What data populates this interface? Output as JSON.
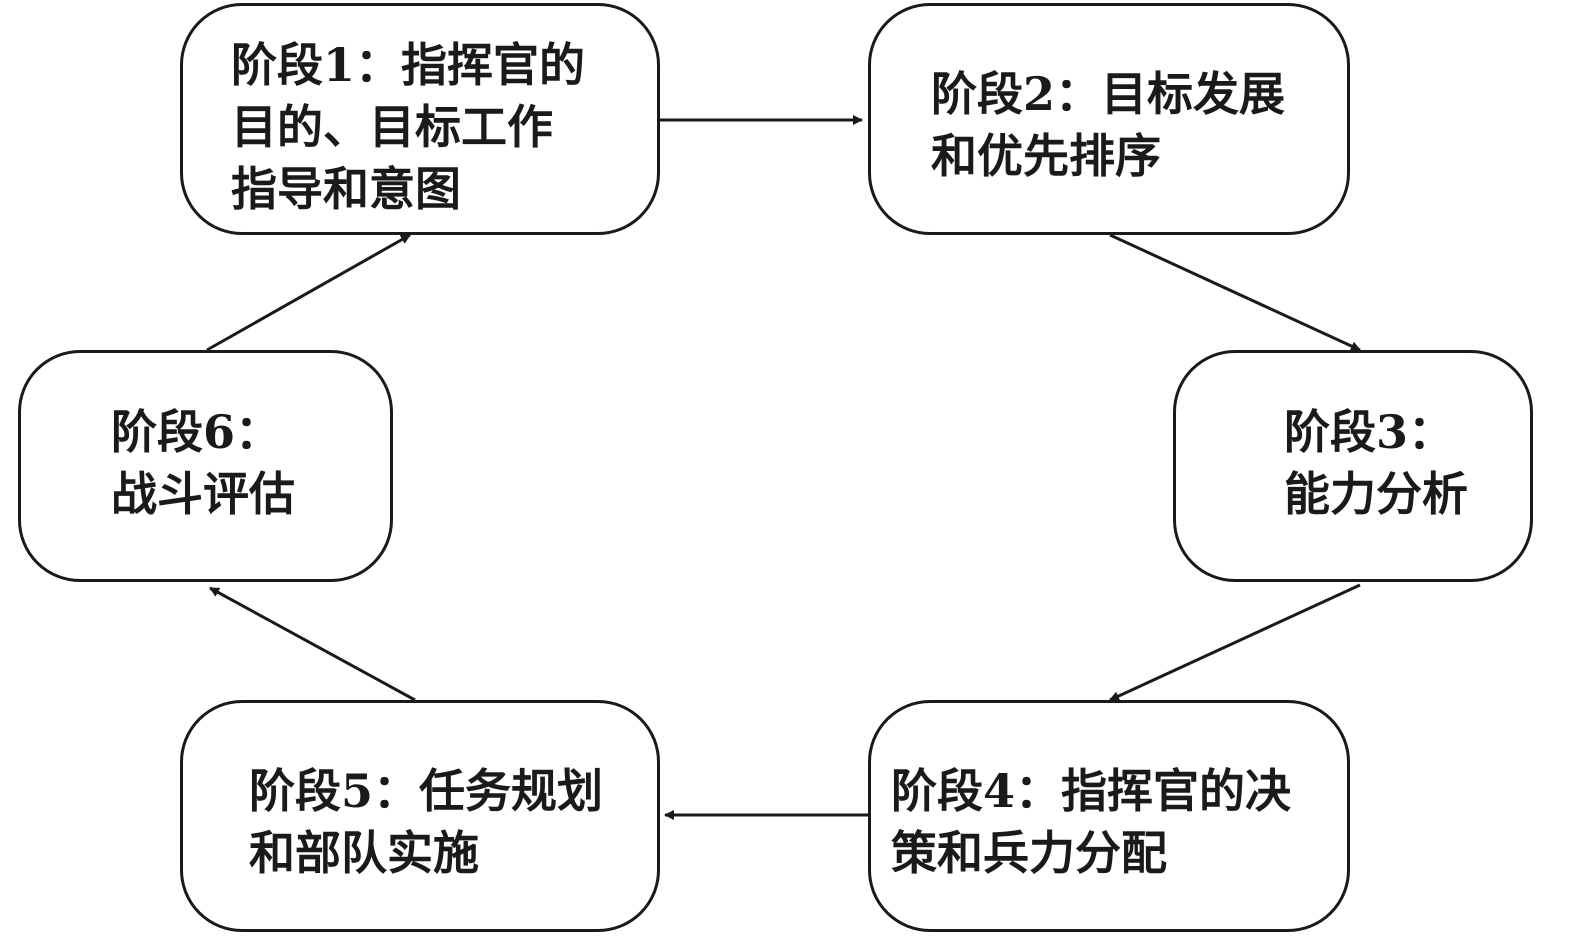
{
  "stages": [
    {
      "id": "stage-1",
      "text": "阶段1：指挥官的\n目的、目标工作\n指导和意图"
    },
    {
      "id": "stage-2",
      "text": "阶段2：目标发展\n和优先排序"
    },
    {
      "id": "stage-3",
      "text": "阶段3：\n能力分析"
    },
    {
      "id": "stage-4",
      "text": "阶段4：指挥官的决\n策和兵力分配"
    },
    {
      "id": "stage-5",
      "text": "阶段5：任务规划\n和部队实施"
    },
    {
      "id": "stage-6",
      "text": "阶段6：\n战斗评估"
    }
  ],
  "flow": [
    {
      "from": "stage-1",
      "to": "stage-2"
    },
    {
      "from": "stage-2",
      "to": "stage-3"
    },
    {
      "from": "stage-3",
      "to": "stage-4"
    },
    {
      "from": "stage-4",
      "to": "stage-5"
    },
    {
      "from": "stage-5",
      "to": "stage-6"
    },
    {
      "from": "stage-6",
      "to": "stage-1"
    }
  ],
  "colors": {
    "stroke": "#1a1a1a",
    "background": "#ffffff"
  }
}
